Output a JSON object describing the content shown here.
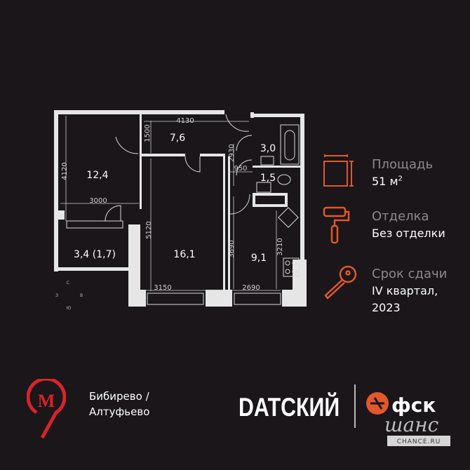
{
  "floor_plan": {
    "rooms": [
      {
        "name": "room-1",
        "area": "12,4"
      },
      {
        "name": "hall",
        "area": "7,6"
      },
      {
        "name": "bathroom",
        "area": "3,0"
      },
      {
        "name": "toilet",
        "area": "1,5"
      },
      {
        "name": "living-room",
        "area": "16,1"
      },
      {
        "name": "kitchen",
        "area": "9,1"
      },
      {
        "name": "balcony",
        "area": "3,4 (1,7)"
      }
    ],
    "dimensions": [
      "4130",
      "1500",
      "4120",
      "3000",
      "5120",
      "2930",
      "950",
      "3690",
      "3210",
      "3150",
      "2690"
    ],
    "compass": {
      "n": "С",
      "w": "З",
      "e": "В",
      "s": "Ю"
    }
  },
  "info": {
    "area_label": "Площадь",
    "area_value": "51 м",
    "area_sup": "2",
    "finish_label": "Отделка",
    "finish_value": "Без отделки",
    "deadline_label": "Срок сдачи",
    "deadline_value_1": "IV квартал,",
    "deadline_value_2": "2023"
  },
  "footer": {
    "metro_letter": "М",
    "metro_line1": "Бибирево /",
    "metro_line2": "Алтуфьево",
    "project": "DATСКИЙ",
    "developer": "фск",
    "developer_script": "шанс",
    "developer_site": "CHANCE.RU"
  },
  "colors": {
    "accent": "#e2572b",
    "metro": "#d8232a",
    "background": "#1a1619",
    "wall": "#e6e6e6"
  }
}
